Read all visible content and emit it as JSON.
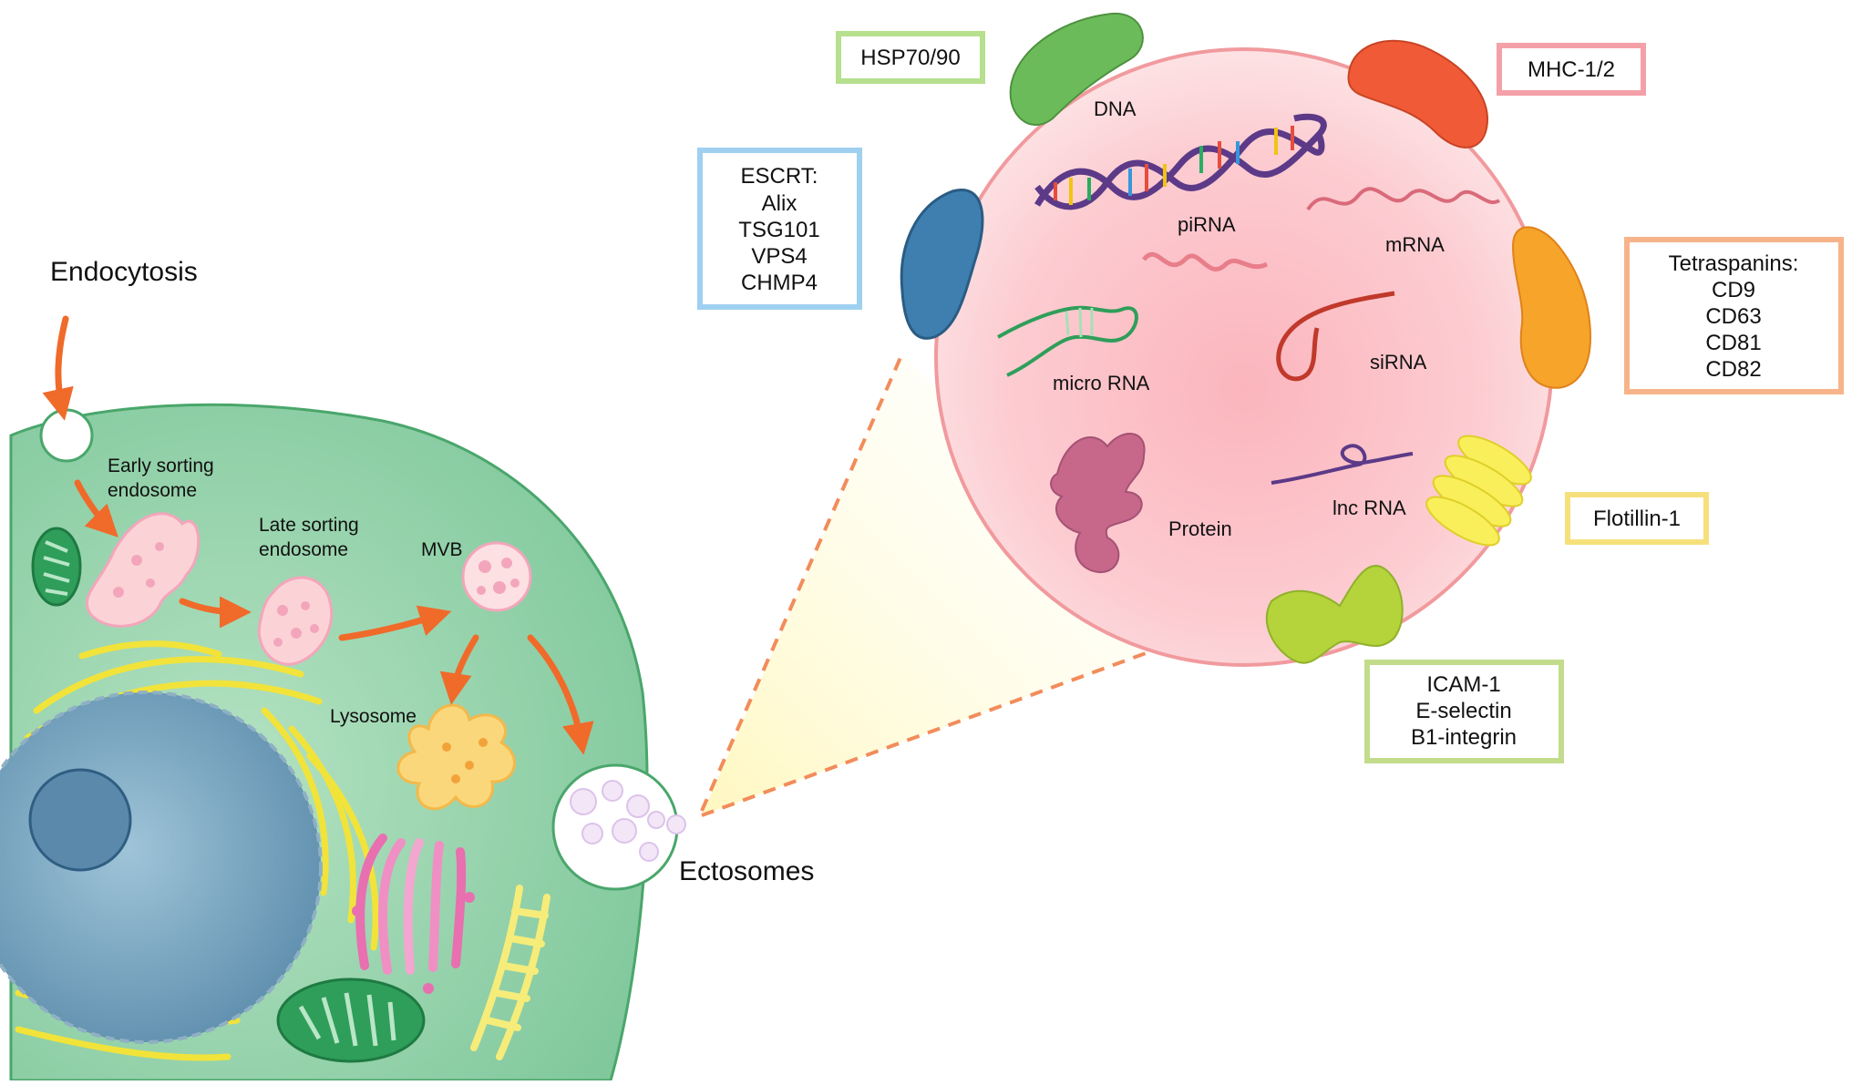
{
  "labels": {
    "endocytosis": "Endocytosis",
    "ectosomes": "Ectosomes",
    "early_sorting_1": "Early sorting",
    "early_sorting_2": "endosome",
    "late_sorting_1": "Late sorting",
    "late_sorting_2": "endosome",
    "mvb": "MVB",
    "lysosome": "Lysosome"
  },
  "cargo": {
    "dna": "DNA",
    "pirna": "piRNA",
    "mrna": "mRNA",
    "microrna": "micro RNA",
    "sirna": "siRNA",
    "protein": "Protein",
    "lncrna": "lnc RNA"
  },
  "boxes": {
    "hsp": [
      "HSP70/90"
    ],
    "mhc": [
      "MHC-1/2"
    ],
    "escrt": [
      "ESCRT:",
      "Alix",
      "TSG101",
      "VPS4",
      "CHMP4"
    ],
    "tetraspanins": [
      "Tetraspanins:",
      "CD9",
      "CD63",
      "CD81",
      "CD82"
    ],
    "flotillin": [
      "Flotillin-1"
    ],
    "icam": [
      "ICAM-1",
      "E-selectin",
      "B1-integrin"
    ]
  },
  "colors": {
    "cell_fill": "#8fd1a8",
    "cell_edge": "#4aa66b",
    "nucleus": "#5e8fb0",
    "vesicle_fill": "#fbc6c9",
    "vesicle_edge": "#f19a9e",
    "arrow": "#f06a2a",
    "hsp_box": "#b6df8e",
    "mhc_box": "#f4a0a8",
    "escrt_box": "#9fd0f0",
    "tetraspanin_box": "#f7b48a",
    "flotillin_box": "#f6e07c",
    "icam_box": "#c2dc8c"
  }
}
